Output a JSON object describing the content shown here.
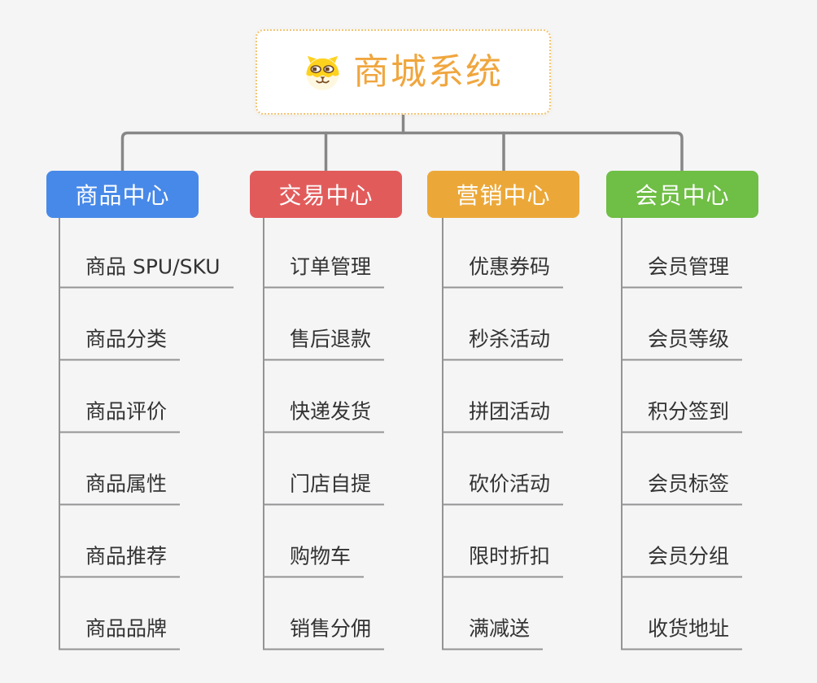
{
  "root": {
    "title": "商城系统",
    "icon": "shiba-dog-icon",
    "title_color": "#f0a63e",
    "border_color": "#f3c473"
  },
  "colors": {
    "background": "#f5f5f6",
    "connector_line": "#878787",
    "item_line": "#949494",
    "item_text": "#333333"
  },
  "branches": [
    {
      "label": "商品中心",
      "color": "#4789e8",
      "items": [
        "商品 SPU/SKU",
        "商品分类",
        "商品评价",
        "商品属性",
        "商品推荐",
        "商品品牌"
      ]
    },
    {
      "label": "交易中心",
      "color": "#e25b5b",
      "items": [
        "订单管理",
        "售后退款",
        "快递发货",
        "门店自提",
        "购物车",
        "销售分佣"
      ]
    },
    {
      "label": "营销中心",
      "color": "#ebA839",
      "items": [
        "优惠券码",
        "秒杀活动",
        "拼团活动",
        "砍价活动",
        "限时折扣",
        "满减送"
      ]
    },
    {
      "label": "会员中心",
      "color": "#6fbe45",
      "items": [
        "会员管理",
        "会员等级",
        "积分签到",
        "会员标签",
        "会员分组",
        "收货地址"
      ]
    }
  ]
}
